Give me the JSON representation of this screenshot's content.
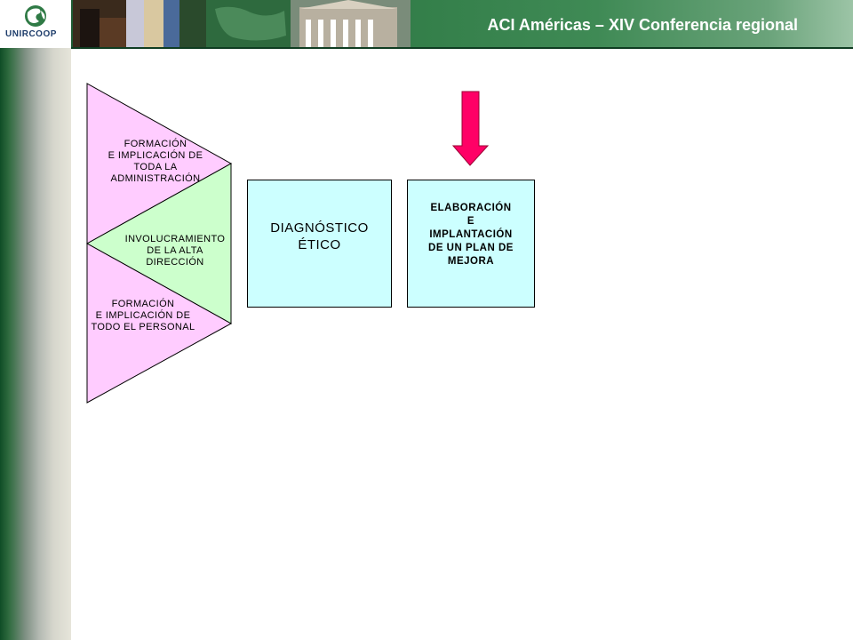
{
  "header": {
    "title": "ACI Américas – XIV Conferencia regional",
    "logo_text": "UNIRCOOP"
  },
  "colors": {
    "header_green": "#2f7a45",
    "triangle_pink": "#ffccff",
    "triangle_green": "#ccffcc",
    "box_cyan": "#ccffff",
    "arrow_magenta": "#ff0066"
  },
  "diagram": {
    "top_triangle_label": "FORMACIÓN\nE IMPLICACIÓN DE\nTODA LA\nADMINISTRACIÓN",
    "middle_triangle_label": "INVOLUCRAMIENTO\nDE LA  ALTA\nDIRECCIÓN",
    "bottom_triangle_label": "FORMACIÓN\nE IMPLICACIÓN DE\nTODO EL PERSONAL",
    "box1_label": "DIAGNÓSTICO\nÉTICO",
    "box2_label": "ELABORACIÓN\nE\nIMPLANTACIÓN\nDE UN PLAN DE\nMEJORA",
    "arrow_icon": "down-arrow-icon"
  }
}
